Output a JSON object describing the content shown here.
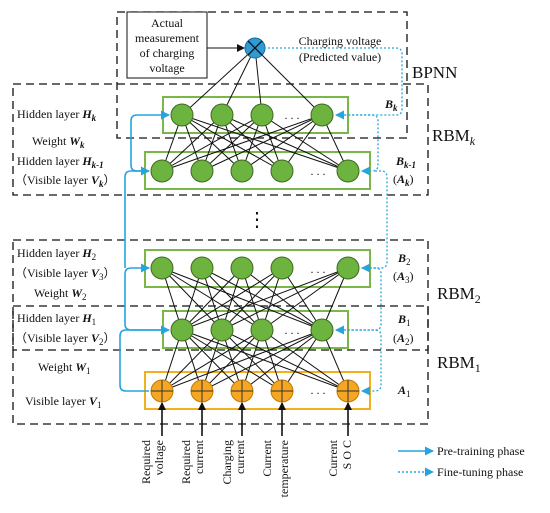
{
  "colors": {
    "neuron_fill": "#6db33f",
    "neuron_stroke": "#3d6b1e",
    "input_fill": "#f5a623",
    "input_stroke": "#c07a00",
    "output_fill": "#2e9bd6",
    "layer_box": "#7ab648",
    "input_box": "#f2b01e",
    "arrow_blue": "#27a4dd",
    "line": "#111111"
  },
  "bpnn": {
    "label": "BPNN",
    "actual_box": [
      "Actual",
      "measurement",
      "of charging",
      "voltage"
    ],
    "predicted": [
      "Charging voltage",
      "(Predicted value)"
    ],
    "output_icon": "cross-circle-icon"
  },
  "rbm_labels": {
    "k": {
      "base": "RBM",
      "sub": "k"
    },
    "two": {
      "base": "RBM",
      "sub": "2"
    },
    "one": {
      "base": "RBM",
      "sub": "1"
    }
  },
  "left_labels": {
    "hk": {
      "text": "Hidden layer ",
      "var": "H",
      "sub": "k"
    },
    "wk": {
      "text": "Weight ",
      "var": "W",
      "sub": "k"
    },
    "hk1": {
      "text": "Hidden layer ",
      "var": "H",
      "sub": "k-1"
    },
    "vk": {
      "text": "（Visible layer ",
      "var": "V",
      "sub": "k",
      "close": "）"
    },
    "h2": {
      "text": "Hidden layer ",
      "var": "H",
      "sub": "2"
    },
    "v3": {
      "text": "（Visible layer ",
      "var": "V",
      "sub": "3",
      "close": "）"
    },
    "w2": {
      "text": "Weight ",
      "var": "W",
      "sub": "2"
    },
    "h1": {
      "text": "Hidden layer ",
      "var": "H",
      "sub": "1"
    },
    "v2": {
      "text": "（Visible layer ",
      "var": "V",
      "sub": "2",
      "close": "）"
    },
    "w1": {
      "text": "Weight ",
      "var": "W",
      "sub": "1"
    },
    "v1": {
      "text": "Visible layer ",
      "var": "V",
      "sub": "1"
    }
  },
  "right_labels": {
    "bk": {
      "var": "B",
      "sub": "k"
    },
    "bk1": {
      "var": "B",
      "sub": "k-1"
    },
    "ak": {
      "open": "(",
      "var": "A",
      "sub": "k",
      "close": ")"
    },
    "b2": {
      "var": "B",
      "sub": "2"
    },
    "a3": {
      "open": "(",
      "var": "A",
      "sub": "3",
      "close": ")"
    },
    "b1": {
      "var": "B",
      "sub": "1"
    },
    "a2": {
      "open": "(",
      "var": "A",
      "sub": "2",
      "close": ")"
    },
    "a1": {
      "var": "A",
      "sub": "1"
    }
  },
  "ellipsis": ". . .",
  "vdots": "⋮",
  "inputs": [
    [
      "Required",
      "voltage"
    ],
    [
      "Required",
      "current"
    ],
    [
      "Charging",
      "current"
    ],
    [
      "Current",
      "temperature"
    ],
    [
      "Current",
      "S O C"
    ]
  ],
  "legend": {
    "pretrain": "Pre-training phase",
    "finetune": "Fine-tuning phase"
  }
}
